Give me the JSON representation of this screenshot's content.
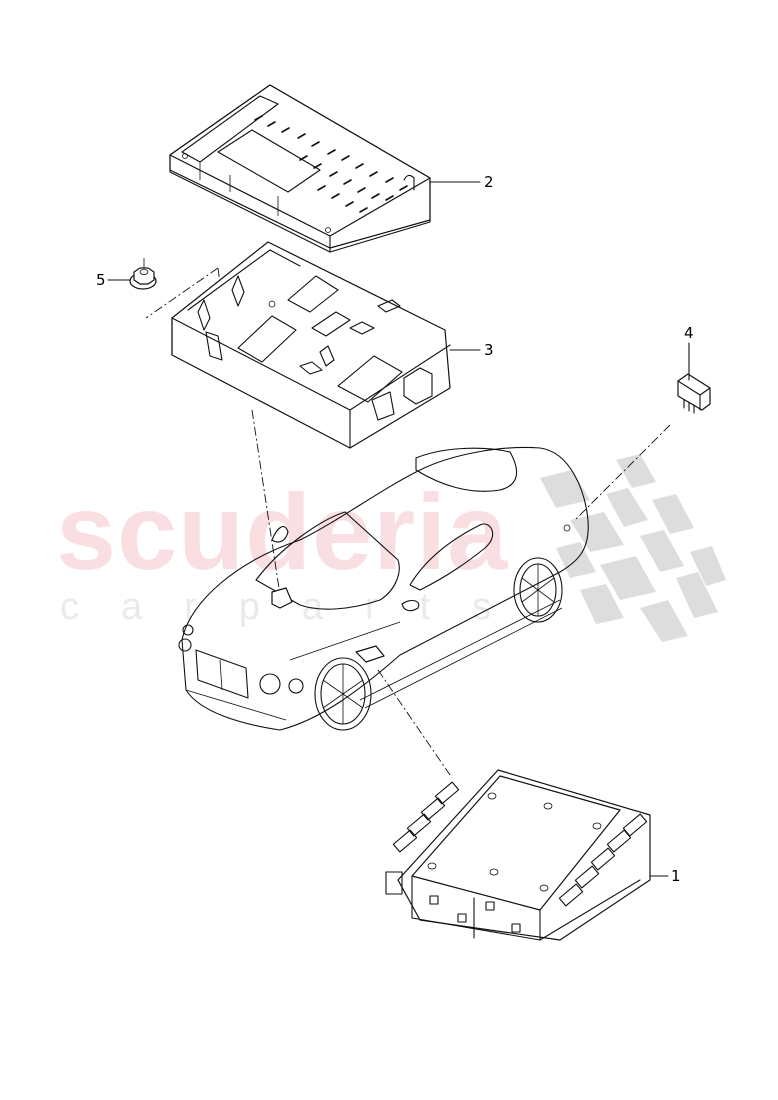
{
  "diagram": {
    "type": "exploded parts diagram",
    "subject": "Vehicle control units and relay mounting (coupe)",
    "background": "#ffffff",
    "line_color": "#111111"
  },
  "watermark": {
    "main_text": "scuderia",
    "sub_text": "carparts",
    "main_color": "#f9dfe2",
    "sub_color": "#e9e9ee",
    "flag_color": "#dcdcdc"
  },
  "callouts": [
    {
      "id": "1",
      "label": "1",
      "part": "control unit (lower module)"
    },
    {
      "id": "2",
      "label": "2",
      "part": "control unit housing cover"
    },
    {
      "id": "3",
      "label": "3",
      "part": "mounting bracket / carrier"
    },
    {
      "id": "4",
      "label": "4",
      "part": "relay"
    },
    {
      "id": "5",
      "label": "5",
      "part": "hex flange nut"
    }
  ]
}
